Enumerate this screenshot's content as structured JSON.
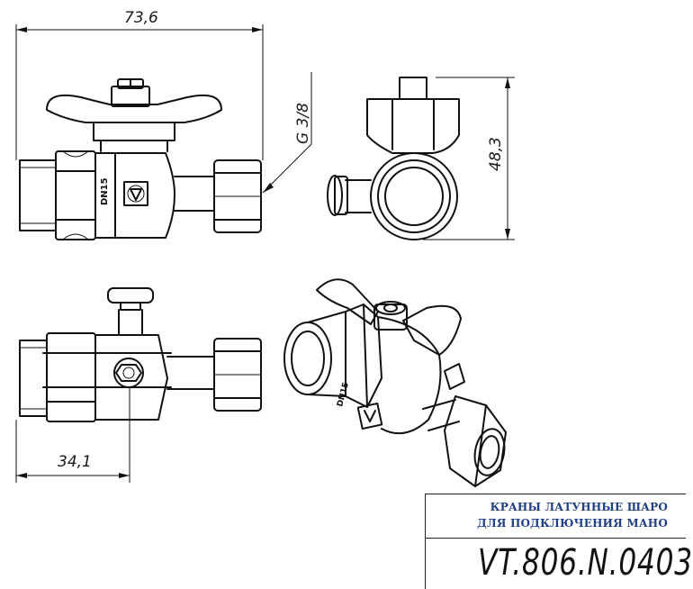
{
  "dimensions": {
    "overall_length": "73,6",
    "thread": "G 3/8",
    "height": "48,3",
    "half_length": "34,1"
  },
  "body_marking": "DN15",
  "title_block": {
    "line1": "КРАНЫ ЛАТУННЫЕ ШАРО",
    "line2": "ДЛЯ ПОДКЛЮЧЕНИЯ МАНО",
    "code": "VT.806.N.0403"
  },
  "colors": {
    "stroke": "#111111",
    "title_text": "#1f3f86"
  }
}
